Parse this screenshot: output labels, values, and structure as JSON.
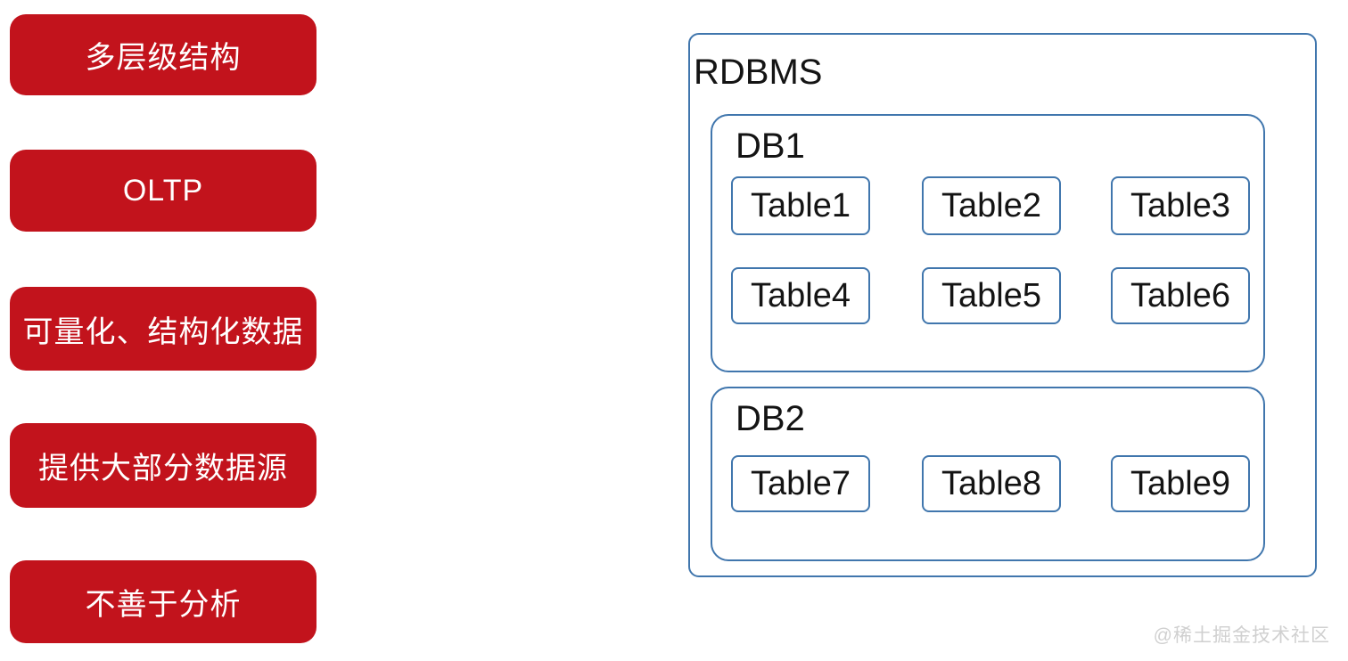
{
  "colors": {
    "red": "#c2131c",
    "blue": "#4076ad",
    "ink": "#141414",
    "watermark": "#d0d0d0"
  },
  "left_panel": {
    "items": [
      {
        "label": "多层级结构"
      },
      {
        "label": "OLTP"
      },
      {
        "label": "可量化、结构化数据"
      },
      {
        "label": "提供大部分数据源"
      },
      {
        "label": "不善于分析"
      }
    ]
  },
  "diagram": {
    "rdbms_label": "RDBMS",
    "databases": [
      {
        "name": "DB1",
        "tables": [
          "Table1",
          "Table2",
          "Table3",
          "Table4",
          "Table5",
          "Table6"
        ]
      },
      {
        "name": "DB2",
        "tables": [
          "Table7",
          "Table8",
          "Table9"
        ]
      }
    ]
  },
  "watermark": {
    "text": "@稀土掘金技术社区"
  }
}
